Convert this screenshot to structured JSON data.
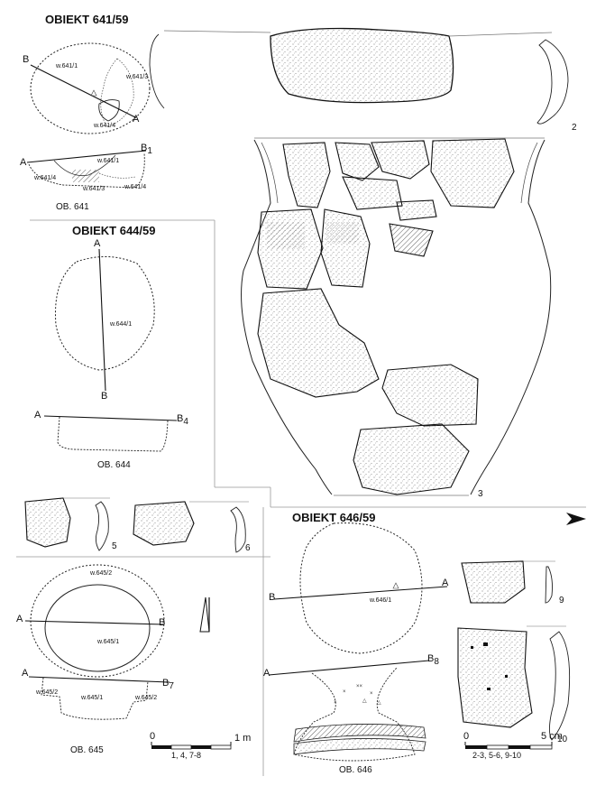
{
  "objects": {
    "o641": {
      "title": "OBIEKT 641/59",
      "caption": "OB. 641",
      "plan_labels": [
        "w.641/1",
        "w.641/3",
        "w.641/4"
      ],
      "section_labels": [
        "w.641/1",
        "w.641/4",
        "w.641/3",
        "w.641/4"
      ]
    },
    "o644": {
      "title": "OBIEKT 644/59",
      "caption": "OB. 644",
      "plan_label": "w.644/1"
    },
    "o645": {
      "caption": "OB. 645",
      "plan_labels": [
        "w.645/2",
        "w.645/1"
      ],
      "section_labels": [
        "w.645/2",
        "w.645/1",
        "w.645/2"
      ]
    },
    "o646": {
      "title": "OBIEKT 646/59",
      "caption": "OB. 646",
      "plan_label": "w.646/1"
    }
  },
  "markers": {
    "A": "A",
    "B": "B",
    "sub1": "1",
    "sub4": "4",
    "sub7": "7",
    "sub8": "8"
  },
  "finds": [
    "2",
    "3",
    "5",
    "6",
    "9",
    "10"
  ],
  "scales": {
    "m": {
      "start": "0",
      "end": "1 m",
      "note": "1, 4, 7-8"
    },
    "cm": {
      "start": "0",
      "end": "5 cm",
      "note": "2-3, 5-6, 9-10"
    }
  },
  "colors": {
    "ink": "#111111",
    "line": "#888888"
  }
}
